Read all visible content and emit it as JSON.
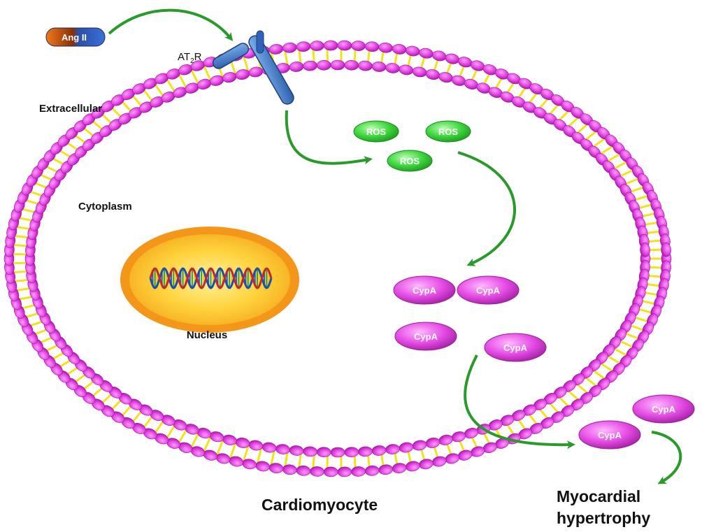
{
  "labels": {
    "ang_ii": "Ang II",
    "receptor_base": "AT",
    "receptor_sub": "2",
    "receptor_suffix": "R",
    "extracellular": "Extracellular",
    "cytoplasm": "Cytoplasm",
    "nucleus": "Nucleus",
    "cell": "Cardiomyocyte",
    "outcome_line1": "Myocardial",
    "outcome_line2": "hypertrophy"
  },
  "molecules": {
    "ros": [
      "ROS",
      "ROS",
      "ROS"
    ],
    "cypa_inside": [
      "CypA",
      "CypA",
      "CypA",
      "CypA"
    ],
    "cypa_outside": [
      "CypA",
      "CypA"
    ]
  },
  "colors": {
    "lipid_head": "#e040e0",
    "lipid_tail": "#f2e21c",
    "arrow": "#2a9a2a",
    "ros": "#33cc33",
    "cypa": "#e64ee6",
    "nucleus_outer": "#f39b1b",
    "nucleus_inner": "#ffd23a",
    "receptor": "#3c78c8"
  }
}
